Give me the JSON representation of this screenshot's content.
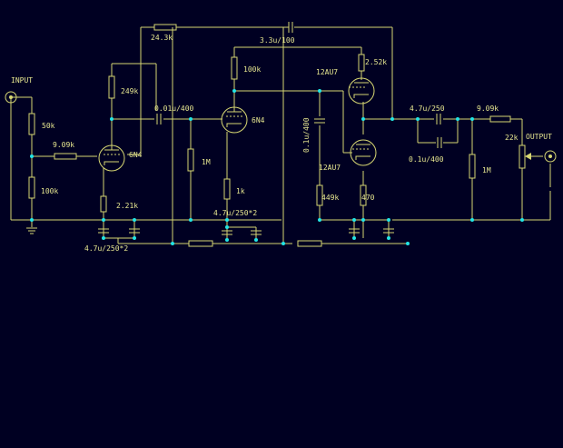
{
  "labels": {
    "input": "INPUT",
    "output": "OUTPUT",
    "r_50k": "50k",
    "r_909k_in": "9.09k",
    "r_100k_in": "100k",
    "r_249k": "249k",
    "r_221k": "2.21k",
    "cap_47_250_x2_a": "4.7u/250*2",
    "tube_6n4_1": "6N4",
    "r_243k": "24.3k",
    "c_001_400": "0.01u/400",
    "r_1m_1": "1M",
    "tube_6n4_2": "6N4",
    "r_100k_2": "100k",
    "r_1k": "1k",
    "cap_47_250_x2_b": "4.7u/250*2",
    "c_33_100": "3.3u/100",
    "tube_12au7_top": "12AU7",
    "r_252k": "2.52k",
    "c_01_400_v": "0.1u/400",
    "tube_12au7_bot": "12AU7",
    "r_449k": "449k",
    "r_470": "470",
    "c_47_250": "4.7u/250",
    "c_01_400": "0.1u/400",
    "r_909k_out": "9.09k",
    "r_1m_2": "1M",
    "pot_22k": "22k"
  },
  "colors": {
    "background": "#000022",
    "wire": "#d6d672",
    "junction": "#22e5e5",
    "text": "#e6e690"
  }
}
